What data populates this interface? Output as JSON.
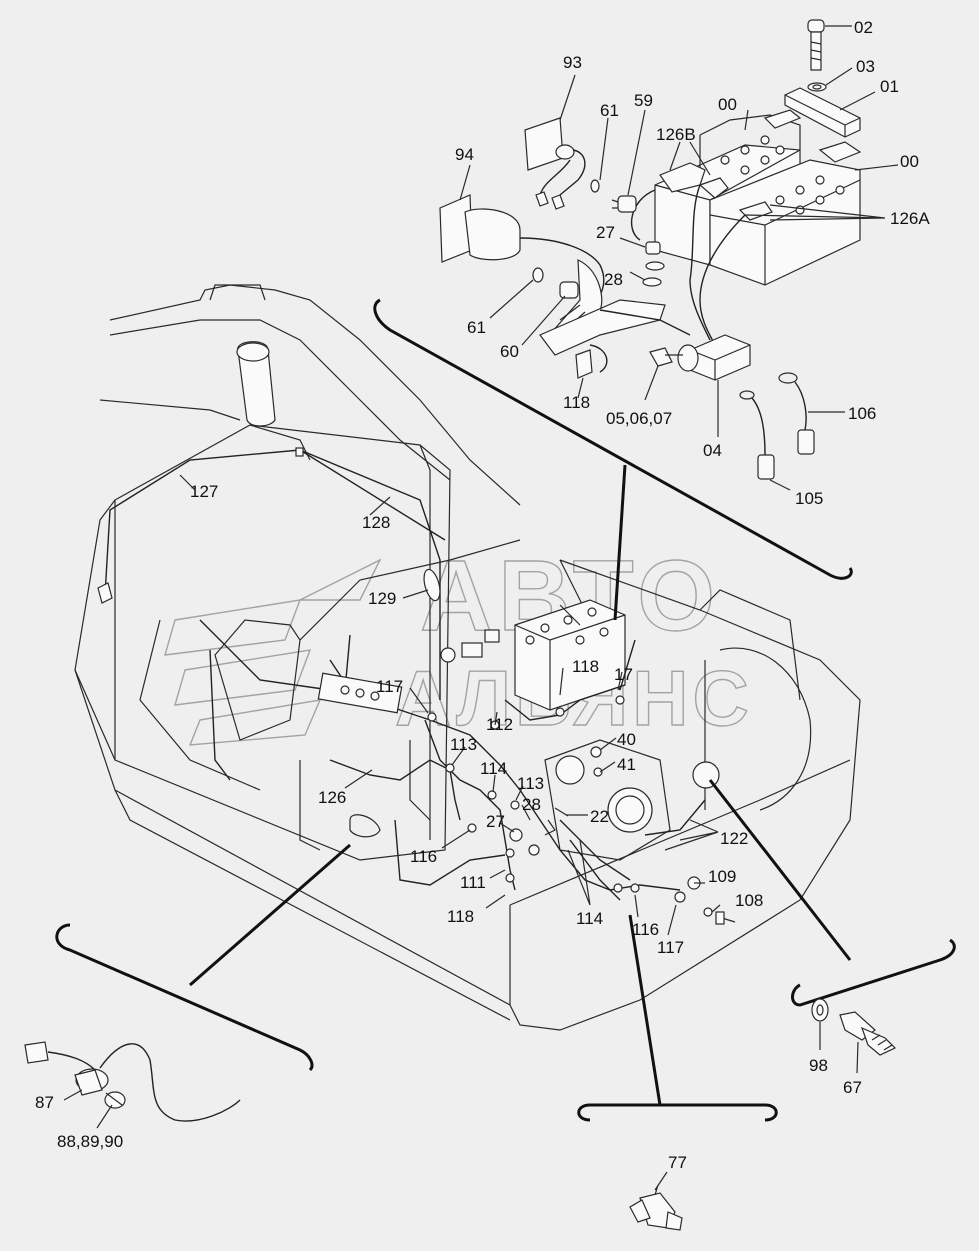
{
  "watermark": {
    "line1": "АВТО",
    "line2": "АЛЬЯНС"
  },
  "labels": {
    "l02": "02",
    "l03": "03",
    "l01": "01",
    "l00a": "00",
    "l00b": "00",
    "l93": "93",
    "l61a": "61",
    "l59": "59",
    "l126b": "126B",
    "l94": "94",
    "l27a": "27",
    "l28a": "28",
    "l126a": "126A",
    "l61b": "61",
    "l60": "60",
    "l118a": "118",
    "l050607": "05,06,07",
    "l04": "04",
    "l106": "106",
    "l105": "105",
    "l127": "127",
    "l128": "128",
    "l129": "129",
    "l118b": "118",
    "l17a": "17",
    "l117a": "117",
    "l112": "112",
    "l113a": "113",
    "l40": "40",
    "l41": "41",
    "l114a": "114",
    "l113b": "113",
    "l126": "126",
    "l28b": "28",
    "l22": "22",
    "l27b": "27",
    "l122": "122",
    "l116a": "116",
    "l111": "111",
    "l109": "109",
    "l108": "108",
    "l118c": "118",
    "l114b": "114",
    "l116b": "116",
    "l117b": "117",
    "l87": "87",
    "l889": "88,89,90",
    "l98": "98",
    "l67": "67",
    "l77": "77"
  }
}
